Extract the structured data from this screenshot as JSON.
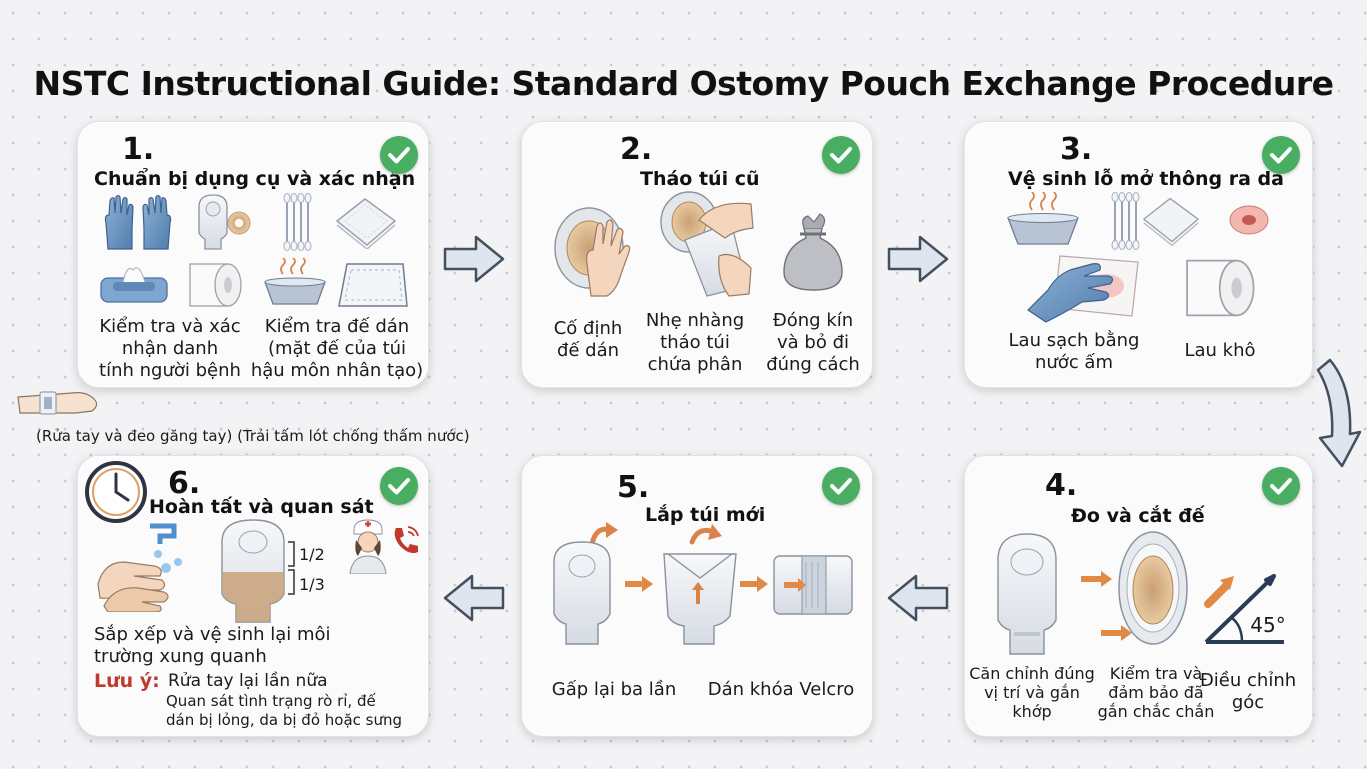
{
  "title": "NSTC Instructional Guide: Standard Ostomy Pouch Exchange Procedure",
  "steps": [
    {
      "number": "1.",
      "heading": "Chuẩn bị dụng cụ và xác nhận",
      "labels": [
        "Kiểm tra và xác nhận danh tính người bệnh",
        "Kiểm tra đế dán (mặt đế của túi hậu môn nhân tạo)"
      ],
      "lines_a": [
        "Kiểm tra và xác",
        "nhận danh",
        "tính người bệnh"
      ],
      "lines_b": [
        "Kiểm tra đế dán",
        "(mặt đế của túi",
        "hậu môn nhân tạo)"
      ]
    },
    {
      "number": "2.",
      "heading": "Tháo túi cũ",
      "lines_a": [
        "Cố định",
        "đế dán"
      ],
      "lines_b": [
        "Nhẹ nhàng",
        "tháo túi",
        "chứa phân"
      ],
      "lines_c": [
        "Đóng kín",
        "và bỏ đi",
        "đúng cách"
      ]
    },
    {
      "number": "3.",
      "heading": "Vệ sinh lỗ mở thông ra da",
      "lines_a": [
        "Lau sạch bằng",
        "nước ấm"
      ],
      "lines_b": [
        "Lau khô"
      ]
    },
    {
      "number": "4.",
      "heading": "Đo và cắt đế",
      "lines_a": [
        "Căn chỉnh đúng",
        "vị trí và gắn",
        "khớp"
      ],
      "lines_b": [
        "Kiểm tra và",
        "đảm bảo đã",
        "gắn chắc chắn"
      ],
      "lines_c": [
        "Điều chỉnh",
        "góc"
      ],
      "angle": "45°"
    },
    {
      "number": "5.",
      "heading": "Lắp túi mới",
      "lines_a": [
        "Gấp lại ba lần"
      ],
      "lines_b": [
        "Dán khóa Velcro"
      ]
    },
    {
      "number": "6.",
      "heading": "Hoàn tất và quan sát",
      "fill_top": "1/2",
      "fill_bottom": "1/3",
      "lines_a": [
        "Sắp xếp và vệ sinh lại môi",
        "trường xung quanh"
      ],
      "note_label": "Lưu ý:",
      "note_line1": "Rửa tay lại lần nữa",
      "note_line2": "Quan sát tình trạng rò rỉ, đế",
      "note_line3": "dán bị lỏng, da bị đỏ hoặc sưng"
    }
  ],
  "side_note": "(Rửa tay và đeo găng tay) (Trải tấm lót chống thấm nước)",
  "colors": {
    "check_green": "#49ad62",
    "arrow_fill": "#dfe5ee",
    "arrow_stroke": "#45505e",
    "accent_orange": "#e08a45",
    "note_red": "#c0392b"
  },
  "icons": [
    "gloves-icon",
    "ostomy-pouch-icon",
    "cotton-swabs-icon",
    "gauze-pad-icon",
    "wet-wipes-icon",
    "toilet-roll-icon",
    "warm-basin-icon",
    "waterproof-pad-icon",
    "trash-bag-icon",
    "stoma-icon",
    "clock-icon",
    "nurse-icon",
    "phone-icon",
    "wrist-band-icon",
    "hand-wash-icon"
  ]
}
